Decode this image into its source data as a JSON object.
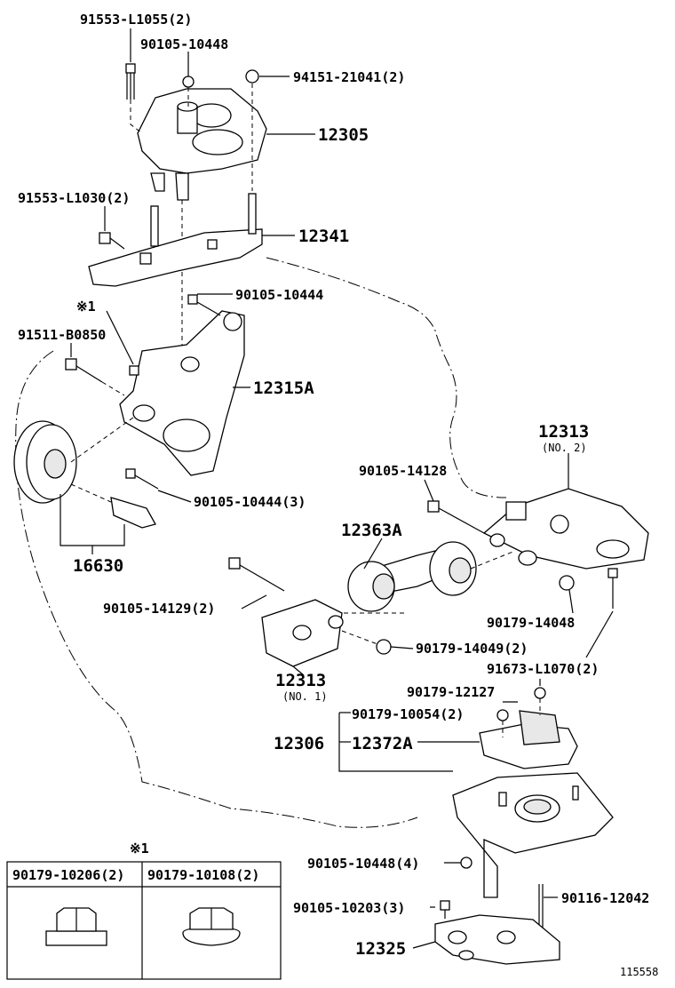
{
  "labels": {
    "p91553_L1055": "91553-L1055(2)",
    "p90105_10448a": "90105-10448",
    "p94151_21041": "94151-21041(2)",
    "p12305": "12305",
    "p91553_L1030": "91553-L1030(2)",
    "p12341": "12341",
    "p90105_10444a": "90105-10444",
    "mark1": "※1",
    "p91511_B0850": "91511-B0850",
    "p12315A": "12315A",
    "p90105_10444b": "90105-10444(3)",
    "p16630": "16630",
    "p12313_no2": "12313",
    "no2": "(NO. 2)",
    "p90105_14128": "90105-14128",
    "p12363A": "12363A",
    "p90105_14129": "90105-14129(2)",
    "p90179_14048": "90179-14048",
    "p90179_14049": "90179-14049(2)",
    "p91673_L1070": "91673-L1070(2)",
    "p12313_no1": "12313",
    "no1": "(NO. 1)",
    "p90179_12127": "90179-12127",
    "p90179_10054": "90179-10054(2)",
    "p12306": "12306",
    "p12372A": "12372A",
    "p90105_10448b": "90105-10448(4)",
    "p90105_10203": "90105-10203(3)",
    "p90116_12042": "90116-12042",
    "p12325": "12325",
    "drawing_no": "115558"
  },
  "legend": {
    "mark": "※1",
    "col1": "90179-10206(2)",
    "col2": "90179-10108(2)"
  }
}
